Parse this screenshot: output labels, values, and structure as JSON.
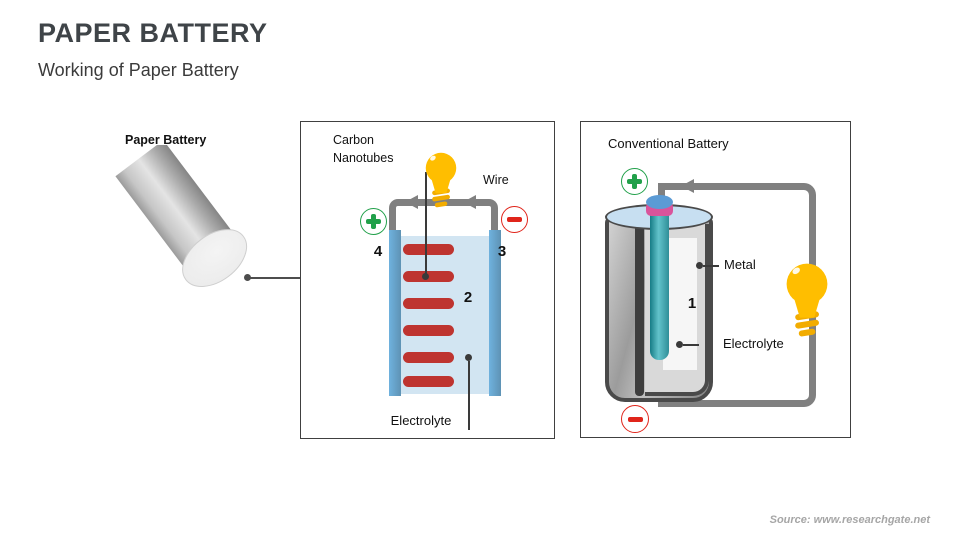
{
  "slide": {
    "title": "PAPER BATTERY",
    "subtitle": "Working of Paper Battery",
    "source_credit": "Source: www.researchgate.net"
  },
  "paper_battery_figure": {
    "label": "Paper Battery"
  },
  "paper_battery_panel": {
    "carbon_nanotubes_label": "Carbon Nanotubes",
    "wire_label": "Wire",
    "electrolyte_label": "Electrolyte",
    "positive_sign": "+",
    "negative_sign": "−",
    "callout_numbers": {
      "left_electrode": "4",
      "right_electrode": "3",
      "carbon_nanotube_stack": "2"
    }
  },
  "conventional_battery_panel": {
    "title": "Conventional Battery",
    "metal_label": "Metal",
    "electrolyte_label": "Electrolyte",
    "callout_numbers": {
      "electrode": "1"
    }
  },
  "icons": {
    "light_bulb": "light-bulb-icon",
    "positive_terminal": "plus-icon",
    "negative_terminal": "minus-icon"
  },
  "colors": {
    "heading_text": "#3F4448",
    "panel_border": "#404040",
    "wire_gray": "#808080",
    "electrode_blue": "#64A9D8",
    "electrolyte_light_blue": "#D2E5F2",
    "carbon_nanotube_red": "#BE3430",
    "bulb_yellow": "#FFBE00",
    "positive_green": "#21A04A",
    "negative_red": "#E0251B",
    "battery_rod_teal": "#2F8E98",
    "cap_blue": "#5B9BD5",
    "cap_pink": "#D9549B",
    "source_text": "#A6A6A6"
  }
}
